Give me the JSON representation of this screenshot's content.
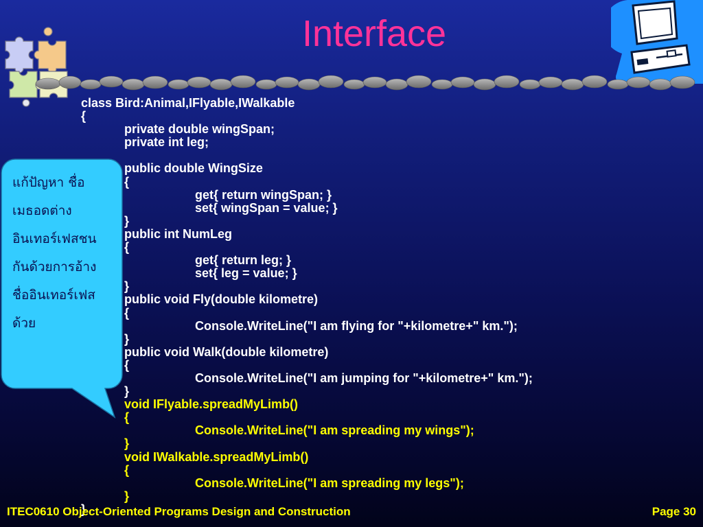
{
  "slide": {
    "title": "Interface",
    "code": [
      {
        "text": "class Bird:Animal,IFlyable,IWalkable",
        "indent": 0,
        "color": "white"
      },
      {
        "text": "{",
        "indent": 0,
        "color": "white"
      },
      {
        "text": "private double wingSpan;",
        "indent": 1,
        "color": "white"
      },
      {
        "text": "private int leg;",
        "indent": 1,
        "color": "white"
      },
      {
        "text": "",
        "indent": 1,
        "color": "white"
      },
      {
        "text": "public double WingSize",
        "indent": 1,
        "color": "white"
      },
      {
        "text": "{",
        "indent": 1,
        "color": "white"
      },
      {
        "text": "get{ return wingSpan; }",
        "indent": 2,
        "color": "white"
      },
      {
        "text": "set{ wingSpan = value; }",
        "indent": 2,
        "color": "white"
      },
      {
        "text": "}",
        "indent": 1,
        "color": "white"
      },
      {
        "text": "public int NumLeg",
        "indent": 1,
        "color": "white"
      },
      {
        "text": "{",
        "indent": 1,
        "color": "white"
      },
      {
        "text": "get{ return leg; }",
        "indent": 2,
        "color": "white"
      },
      {
        "text": "set{ leg = value; }",
        "indent": 2,
        "color": "white"
      },
      {
        "text": "}",
        "indent": 1,
        "color": "white"
      },
      {
        "text": "public void Fly(double kilometre)",
        "indent": 1,
        "color": "white"
      },
      {
        "text": "{",
        "indent": 1,
        "color": "white"
      },
      {
        "text": "Console.WriteLine(\"I am flying for \"+kilometre+\" km.\");",
        "indent": 2,
        "color": "white"
      },
      {
        "text": "}",
        "indent": 1,
        "color": "white"
      },
      {
        "text": "public void Walk(double kilometre)",
        "indent": 1,
        "color": "white"
      },
      {
        "text": "{",
        "indent": 1,
        "color": "white"
      },
      {
        "text": "Console.WriteLine(\"I am jumping for \"+kilometre+\" km.\");",
        "indent": 2,
        "color": "white"
      },
      {
        "text": "}",
        "indent": 1,
        "color": "white"
      },
      {
        "text": "void IFlyable.spreadMyLimb()",
        "indent": 1,
        "color": "yellow"
      },
      {
        "text": "{",
        "indent": 1,
        "color": "yellow"
      },
      {
        "text": "Console.WriteLine(\"I am spreading my wings\");",
        "indent": 2,
        "color": "yellow"
      },
      {
        "text": "}",
        "indent": 1,
        "color": "yellow"
      },
      {
        "text": "void IWalkable.spreadMyLimb()",
        "indent": 1,
        "color": "yellow"
      },
      {
        "text": "{",
        "indent": 1,
        "color": "yellow"
      },
      {
        "text": "Console.WriteLine(\"I am spreading my legs\");",
        "indent": 2,
        "color": "yellow"
      },
      {
        "text": "}",
        "indent": 1,
        "color": "yellow"
      },
      {
        "text": "}",
        "indent": 0,
        "color": "white"
      }
    ],
    "callout_lines": [
      "แก้ปัญหา ชื่อ",
      "เมธอดต่าง",
      "อินเทอร์เฟสชน",
      "กันด้วยการอ้าง",
      "ชื่ออินเทอร์เฟส",
      "ด้วย"
    ],
    "footer": {
      "course": "ITEC0610 Object-Oriented Programs Design and Construction",
      "page": "Page 30"
    }
  },
  "colors": {
    "title": "#ff3399",
    "code_default": "#ffffff",
    "code_highlight": "#ffff00",
    "callout_fill": "#33ccff",
    "callout_text": "#0b1150",
    "footer": "#ffff00",
    "computer_icon": "#1e90ff"
  },
  "icons": {
    "top_left": "puzzle-pieces-icon",
    "top_right": "computer-icon",
    "divider": "pebble-divider"
  }
}
